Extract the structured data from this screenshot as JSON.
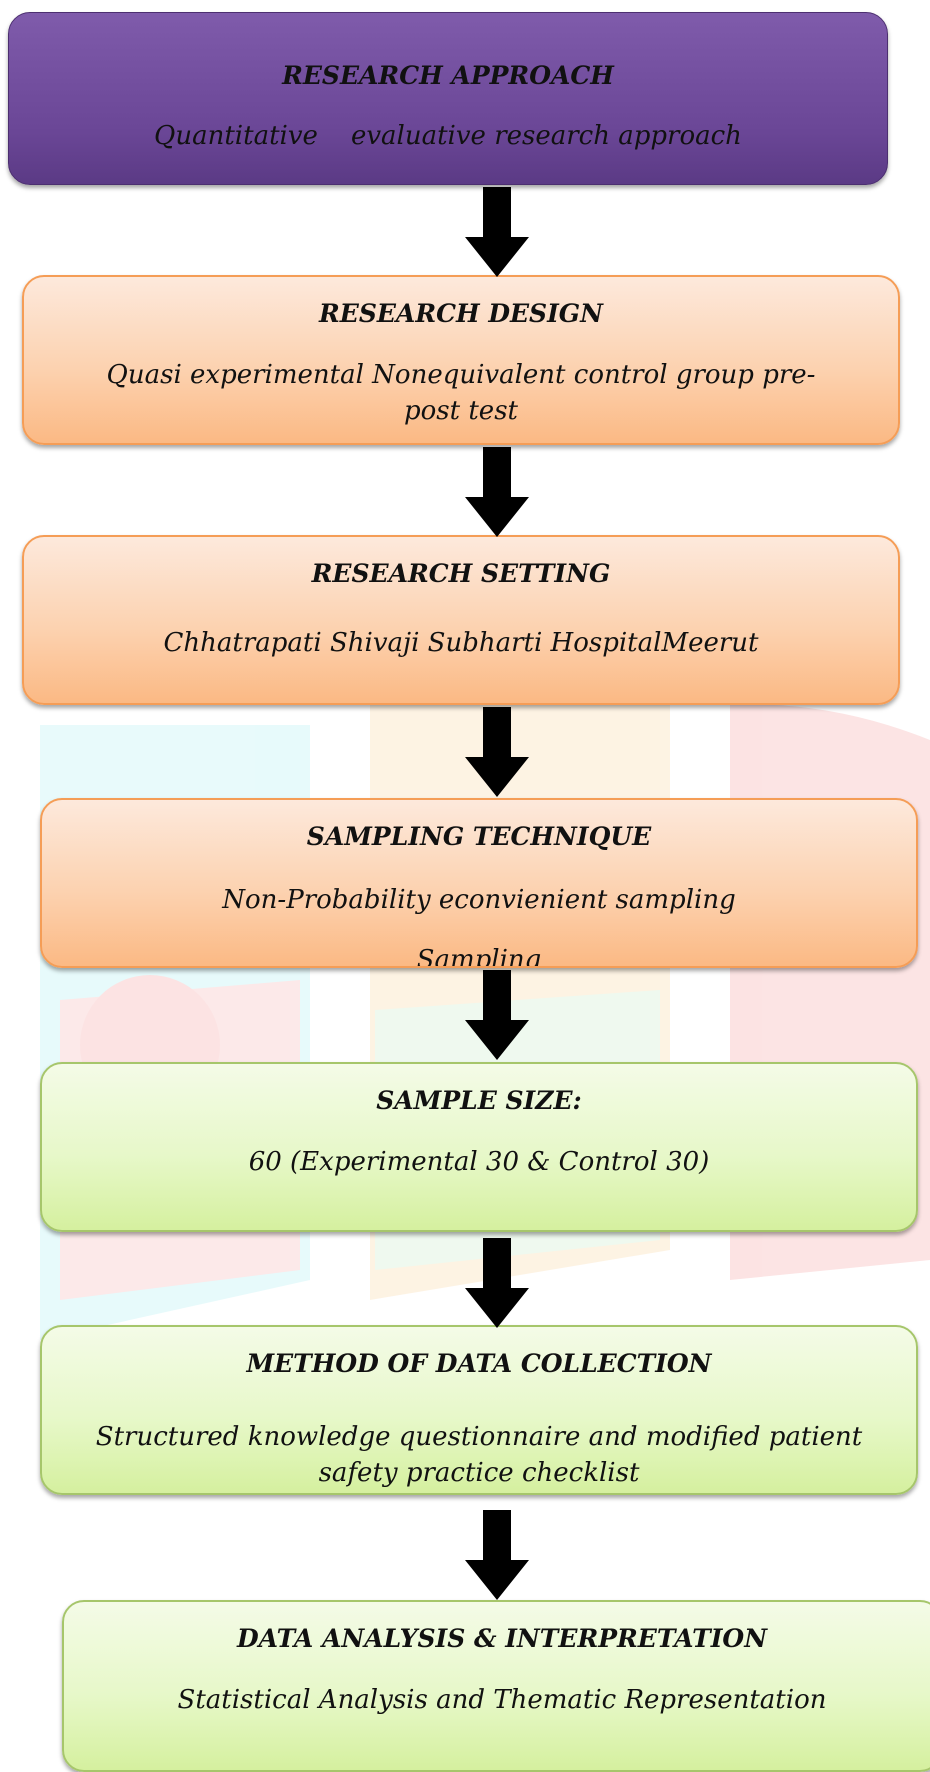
{
  "flowchart": {
    "steps": [
      {
        "title": "RESEARCH  APPROACH",
        "text": "Quantitative    evaluative research approach"
      },
      {
        "title": "RESEARCH DESIGN",
        "text": "Quasi experimental Nonequivalent control group pre-post test"
      },
      {
        "title": "RESEARCH SETTING",
        "text": "Chhatrapati Shivaji Subharti HospitalMeerut"
      },
      {
        "title": "SAMPLING TECHNIQUE",
        "text": "Non-Probability econvienient sampling",
        "overflow_text": "Sampling"
      },
      {
        "title": "SAMPLE SIZE:",
        "text": "60 (Experimental 30 & Control 30)"
      },
      {
        "title": "METHOD OF DATA COLLECTION",
        "text": "Structured knowledge questionnaire and modified patient safety practice checklist"
      },
      {
        "title": "DATA ANALYSIS & INTERPRETATION",
        "text": "Statistical Analysis and Thematic Representation"
      }
    ]
  },
  "colors": {
    "approach": "#6a4696",
    "design_setting_sampling": "#fbb984",
    "size_collection_analysis": "#d5f09f",
    "arrow": "#000000"
  }
}
